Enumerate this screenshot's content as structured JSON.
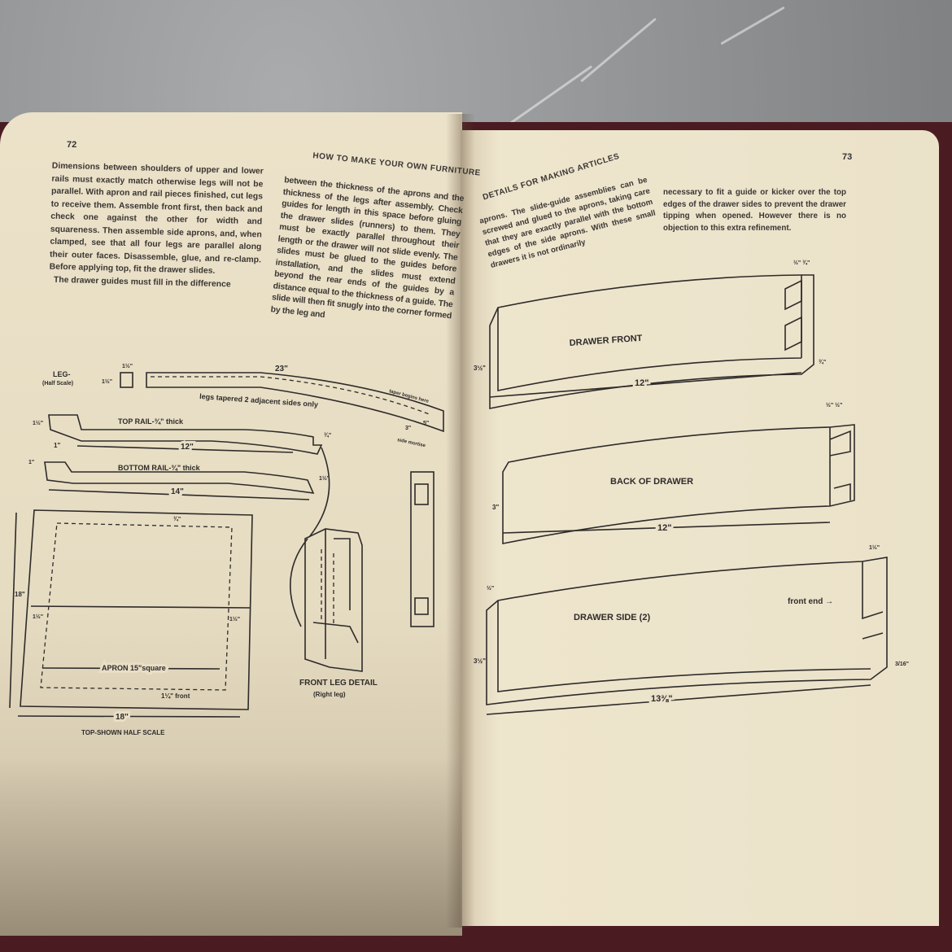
{
  "left_page": {
    "page_number": "72",
    "running_header": "HOW TO MAKE YOUR OWN FURNITURE",
    "column1": "Dimensions between shoulders of upper and lower rails must exactly match otherwise legs will not be parallel. With apron and rail pieces finished, cut legs to receive them. Assemble front first, then back and check one against the other for width and squareness. Then assemble side aprons, and, when clamped, see that all four legs are parallel along their outer faces. Disassemble, glue, and re-clamp. Before applying top, fit the drawer slides.",
    "column1_para2": "The drawer guides must fill in the difference",
    "column2": "between the thickness of the aprons and the thickness of the legs after assembly. Check guides for length in this space before gluing the drawer slides (runners) to them. They must be exactly parallel throughout their length or the drawer will not slide evenly. The slides must be glued to the guides before installation, and the slides must extend beyond the rear ends of the guides by a distance equal to the thickness of a guide. The slide will then fit snugly into the corner formed by the leg and",
    "diagram": {
      "leg_label": "LEG-",
      "leg_scale": "(Half Scale)",
      "leg_width": "1½\"",
      "leg_width2": "1½\"",
      "leg_length": "23\"",
      "leg_taper_note": "legs tapered 2 adjacent sides only",
      "taper_begins": "taper begins here",
      "taper_5": "5\"",
      "mortise_3": "3\"",
      "side_mortise": "side mortise",
      "top_rail": "TOP RAIL-¾\" thick",
      "top_rail_end": "1½\"",
      "top_rail_tenon": "1\"",
      "top_rail_length": "12\"",
      "top_rail_3_4": "¾\"",
      "bottom_rail": "BOTTOM RAIL-¾\" thick",
      "bottom_rail_tenon": "1\"",
      "bottom_rail_length": "14\"",
      "bottom_rail_1_5": "1½\"",
      "top_inset": "¾\"",
      "top_side": "18\"",
      "top_left_inset": "1½\"",
      "top_right_inset": "1½\"",
      "apron": "APRON 15\"square",
      "front_inset": "1¼\" front",
      "top_width": "18\"",
      "top_caption": "TOP-SHOWN HALF SCALE",
      "leg_detail_title": "FRONT LEG DETAIL",
      "leg_detail_sub": "(Right leg)"
    }
  },
  "right_page": {
    "page_number": "73",
    "running_header": "DETAILS FOR MAKING ARTICLES",
    "column1": "aprons. The slide-guide assemblies can be screwed and glued to the aprons, taking care that they are exactly parallel with the bottom edges of the side aprons. With these small drawers it is not ordinarily",
    "column2": "necessary to fit a guide or kicker over the top edges of the drawer sides to prevent the drawer tipping when opened. However there is no objection to this extra refinement.",
    "drawer_front": {
      "title": "DRAWER FRONT",
      "length": "12\"",
      "height": "3½\"",
      "depth": "¾\"",
      "dims_top": "½\" ¾\""
    },
    "drawer_back": {
      "title": "BACK OF DRAWER",
      "length": "12\"",
      "height": "3\"",
      "dims_top": "½\" ½\""
    },
    "drawer_side": {
      "title": "DRAWER SIDE (2)",
      "front_end": "front end →",
      "length": "13⅜\"",
      "height": "3½\"",
      "dims_top": "1½\"",
      "dims_left": "½\"",
      "dims_right": "3/16\""
    }
  },
  "colors": {
    "paper": "#e9dfc6",
    "ink": "#2e2b2a",
    "cover": "#4a1c22",
    "background": "#8a8c8e"
  }
}
